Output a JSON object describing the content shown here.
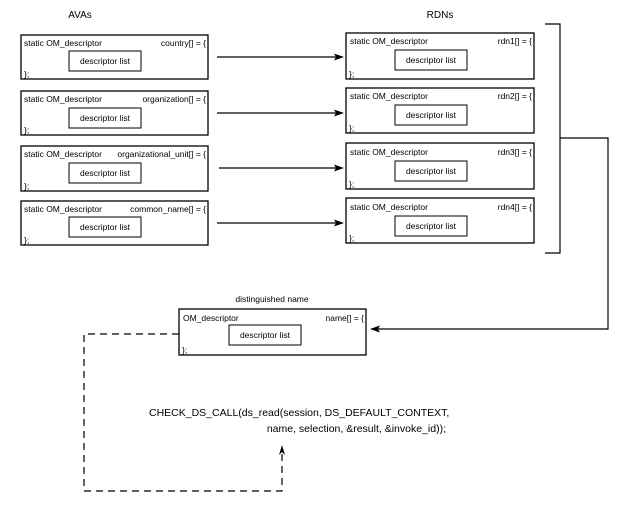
{
  "headers": {
    "avas": "AVAs",
    "rdns": "RDNs",
    "distinguished_name": "distinguished name"
  },
  "avas": [
    {
      "decl": "static OM_descriptor",
      "name": "country[] = {",
      "inner": "descriptor list",
      "close": "};"
    },
    {
      "decl": "static OM_descriptor",
      "name": "organization[] = {",
      "inner": "descriptor list",
      "close": "};"
    },
    {
      "decl": "static OM_descriptor",
      "name": "organizational_unit[] = {",
      "inner": "descriptor list",
      "close": "};"
    },
    {
      "decl": "static OM_descriptor",
      "name": "common_name[] = {",
      "inner": "descriptor list",
      "close": "};"
    }
  ],
  "rdns": [
    {
      "decl": "static OM_descriptor",
      "name": "rdn1[] = {",
      "inner": "descriptor list",
      "close": "};"
    },
    {
      "decl": "static OM_descriptor",
      "name": "rdn2[] = {",
      "inner": "descriptor list",
      "close": "};"
    },
    {
      "decl": "static OM_descriptor",
      "name": "rdn3[] = {",
      "inner": "descriptor list",
      "close": "};"
    },
    {
      "decl": "static OM_descriptor",
      "name": "rdn4[] = {",
      "inner": "descriptor list",
      "close": "};"
    }
  ],
  "dn": {
    "decl": "OM_descriptor",
    "name": "name[] = {",
    "inner": "descriptor list",
    "close": "};"
  },
  "call": {
    "line1": "CHECK_DS_CALL(ds_read(session, DS_DEFAULT_CONTEXT,",
    "line2": "name, selection, &result, &invoke_id));"
  }
}
